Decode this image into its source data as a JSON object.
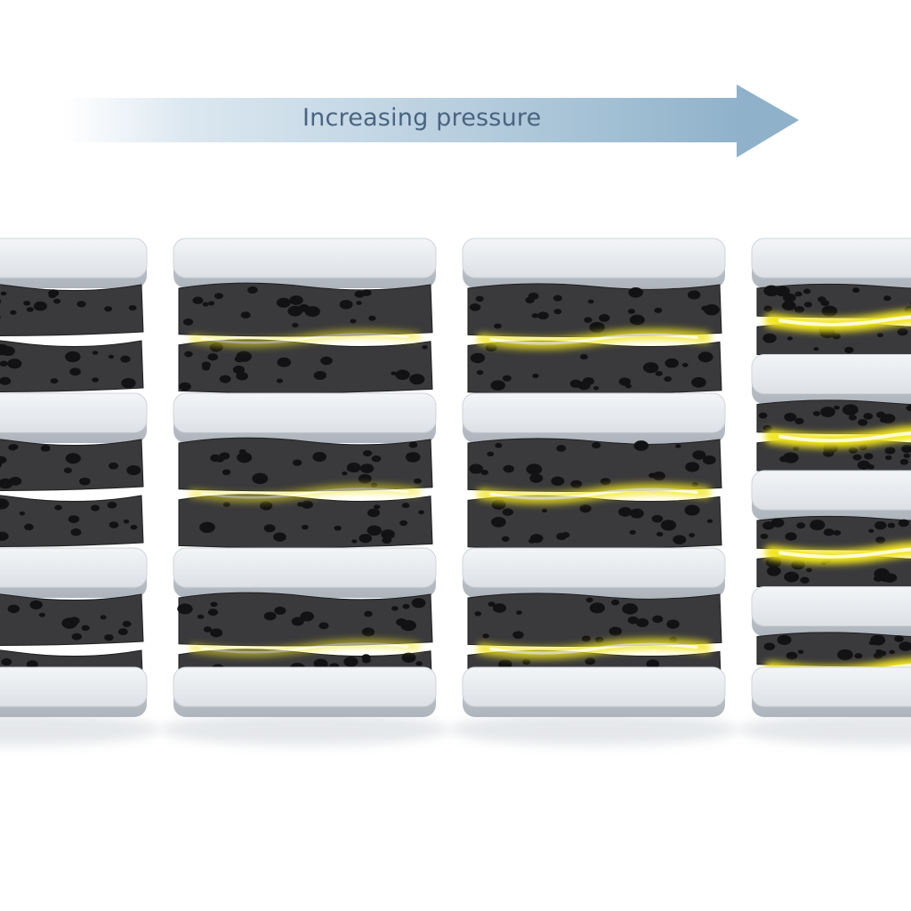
{
  "pressure_arrow": {
    "label": "Increasing pressure",
    "color": "#8fb2ca"
  },
  "stacks": [
    {
      "stage": 1,
      "layer_pairs": 3,
      "contact_glow": 0.0
    },
    {
      "stage": 2,
      "layer_pairs": 3,
      "contact_glow": 0.35
    },
    {
      "stage": 3,
      "layer_pairs": 3,
      "contact_glow": 0.7
    },
    {
      "stage": 4,
      "layer_pairs": 4,
      "contact_glow": 1.0
    }
  ],
  "colors": {
    "electrode": "#e6e9ed",
    "porous_layer": "#3a3a3c",
    "contact_glow": "#f2e51a"
  }
}
